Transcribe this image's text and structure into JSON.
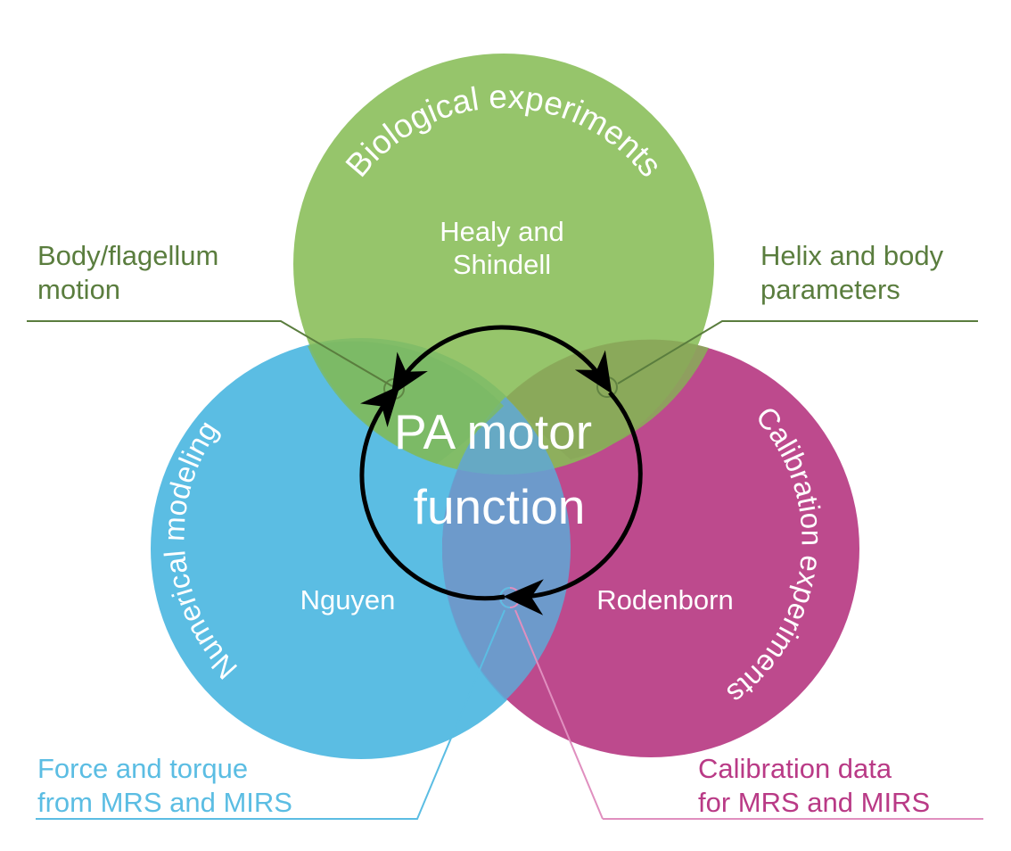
{
  "colors": {
    "green": "#88bd56",
    "blue": "#5bbde3",
    "magenta": "#bd4a8d",
    "green_dark": "#5a7d3e",
    "blue_callout": "#5bbde3",
    "magenta_callout": "#b93a86",
    "magenta_line": "#e08fbf",
    "cycle": "#000000"
  },
  "circles": [
    {
      "id": "biological",
      "title": "Biological experiments",
      "person_lines": [
        "Healy and",
        "Shindell"
      ]
    },
    {
      "id": "numerical",
      "title": "Numerical modeling",
      "person_lines": [
        "Nguyen"
      ]
    },
    {
      "id": "calibration",
      "title": "Calibration experiments",
      "person_lines": [
        "Rodenborn"
      ]
    }
  ],
  "center": {
    "line1": "PA motor",
    "line2": "function"
  },
  "callouts": {
    "top_left": {
      "lines": [
        "Body/flagellum",
        "motion"
      ]
    },
    "top_right": {
      "lines": [
        "Helix and body",
        "parameters"
      ]
    },
    "bottom_left": {
      "lines": [
        "Force and torque",
        "from MRS and MIRS"
      ]
    },
    "bottom_right": {
      "lines": [
        "Calibration data",
        "for MRS and MIRS"
      ]
    }
  }
}
